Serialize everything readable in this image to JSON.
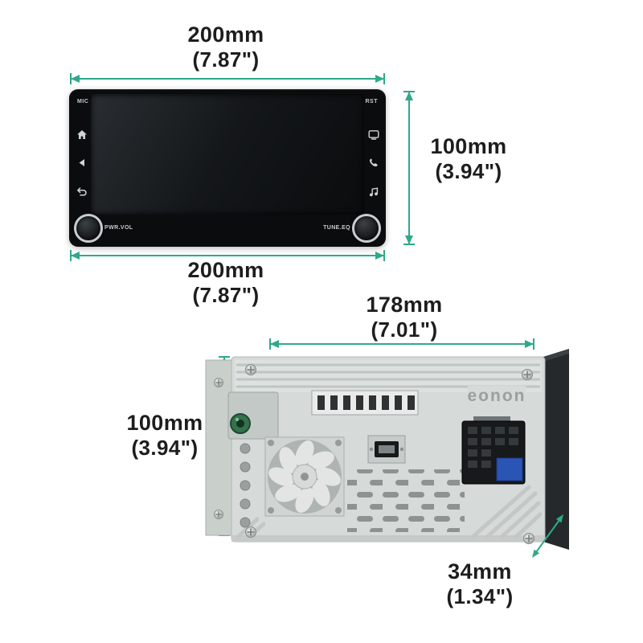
{
  "front_view": {
    "panel": {
      "mic_label": "MIC",
      "rst_label": "RST",
      "power_volume_label": "PWR.VOL",
      "tune_eq_label": "TUNE.EQ"
    },
    "dim_top": {
      "mm": "200mm",
      "inch": "(7.87\")"
    },
    "dim_right": {
      "mm": "100mm",
      "inch": "(3.94\")"
    },
    "dim_bottom": {
      "mm": "200mm",
      "inch": "(7.87\")"
    }
  },
  "rear_view": {
    "brand": "eonon",
    "dim_top": {
      "mm": "178mm",
      "inch": "(7.01\")"
    },
    "dim_left": {
      "mm": "100mm",
      "inch": "(3.94\")"
    },
    "dim_depth": {
      "mm": "34mm",
      "inch": "(1.34\")"
    }
  },
  "colors": {
    "dimension_line": "#2ea98b",
    "label_text": "#1d1d1d"
  }
}
